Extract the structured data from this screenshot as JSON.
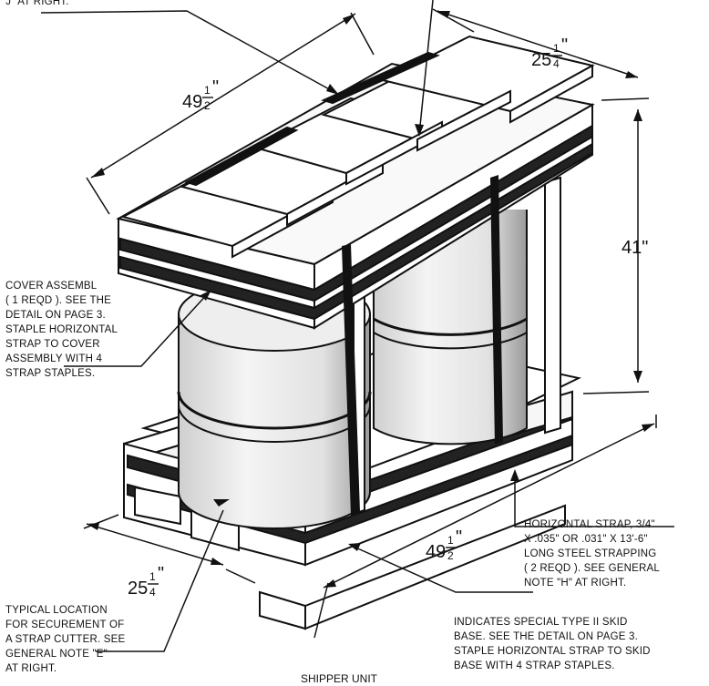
{
  "notes": {
    "top_left_fragment": "\"J\" AT RIGHT.",
    "cover": [
      "COVER ASSEMBL",
      "( 1 REQD ).  SEE THE",
      "DETAIL ON PAGE 3.",
      "STAPLE HORIZONTAL",
      "STRAP TO COVER",
      "ASSEMBLY WITH 4",
      "STRAP STAPLES."
    ],
    "strap_cutter": [
      "TYPICAL LOCATION",
      "FOR SECUREMENT OF",
      "A STRAP CUTTER.  SEE",
      "GENERAL NOTE \"E\"",
      "AT RIGHT."
    ],
    "horizontal_strap": [
      "HORIZONTAL STRAP, 3/4\"",
      "X .035\" OR .031\" X 13'-6\"",
      "LONG STEEL STRAPPING",
      "( 2 REQD ).  SEE GENERAL",
      "NOTE \"H\" AT RIGHT."
    ],
    "skid_base": [
      "INDICATES SPECIAL TYPE  II SKID",
      "BASE.  SEE THE DETAIL ON PAGE 3.",
      "STAPLE HORIZONTAL STRAP TO SKID",
      "BASE WITH 4 STRAP STAPLES."
    ]
  },
  "dimensions": {
    "top_length_whole": "49",
    "top_length_num": "1",
    "top_length_den": "2",
    "top_width_whole": "25",
    "top_width_num": "1",
    "top_width_den": "4",
    "height": "41\"",
    "bottom_length_whole": "49",
    "bottom_length_num": "1",
    "bottom_length_den": "2",
    "bottom_width_whole": "25",
    "bottom_width_num": "1",
    "bottom_width_den": "4"
  },
  "caption": "SHIPPER UNIT"
}
